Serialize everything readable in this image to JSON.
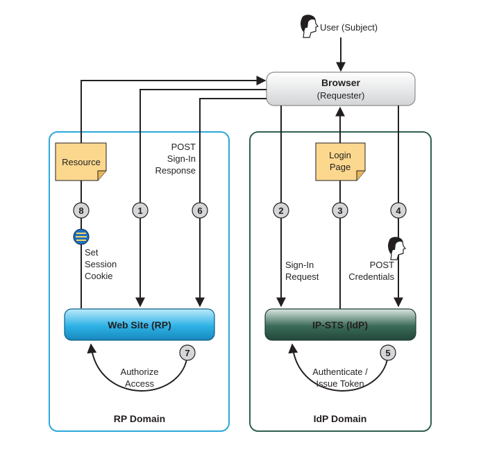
{
  "user": {
    "label": "User (Subject)"
  },
  "browser": {
    "title": "Browser",
    "subtitle": "(Requester)"
  },
  "rp_domain": {
    "label": "RP Domain",
    "website_label": "Web Site (RP)",
    "resource_note": "Resource",
    "post_label": [
      "POST",
      "Sign-In",
      "Response"
    ],
    "cookie_label": [
      "Set",
      "Session",
      "Cookie"
    ],
    "authorize_label": [
      "Authorize",
      "Access"
    ]
  },
  "idp_domain": {
    "label": "IdP Domain",
    "sts_label": "IP-STS (IdP)",
    "login_note": [
      "Login",
      "Page"
    ],
    "signin_label": [
      "Sign-In",
      "Request"
    ],
    "credentials_label": [
      "POST",
      "Credentials"
    ],
    "authenticate_label": [
      "Authenticate /",
      "Issue Token"
    ]
  },
  "steps": [
    "1",
    "2",
    "3",
    "4",
    "5",
    "6",
    "7",
    "8"
  ],
  "colors": {
    "rp_border": "#2aa8d8",
    "idp_border": "#2f5f4f",
    "rp_box": "#2db2e6",
    "idp_box": "#3a6b58",
    "note": "#fbd88e",
    "arrow": "#231f20"
  }
}
